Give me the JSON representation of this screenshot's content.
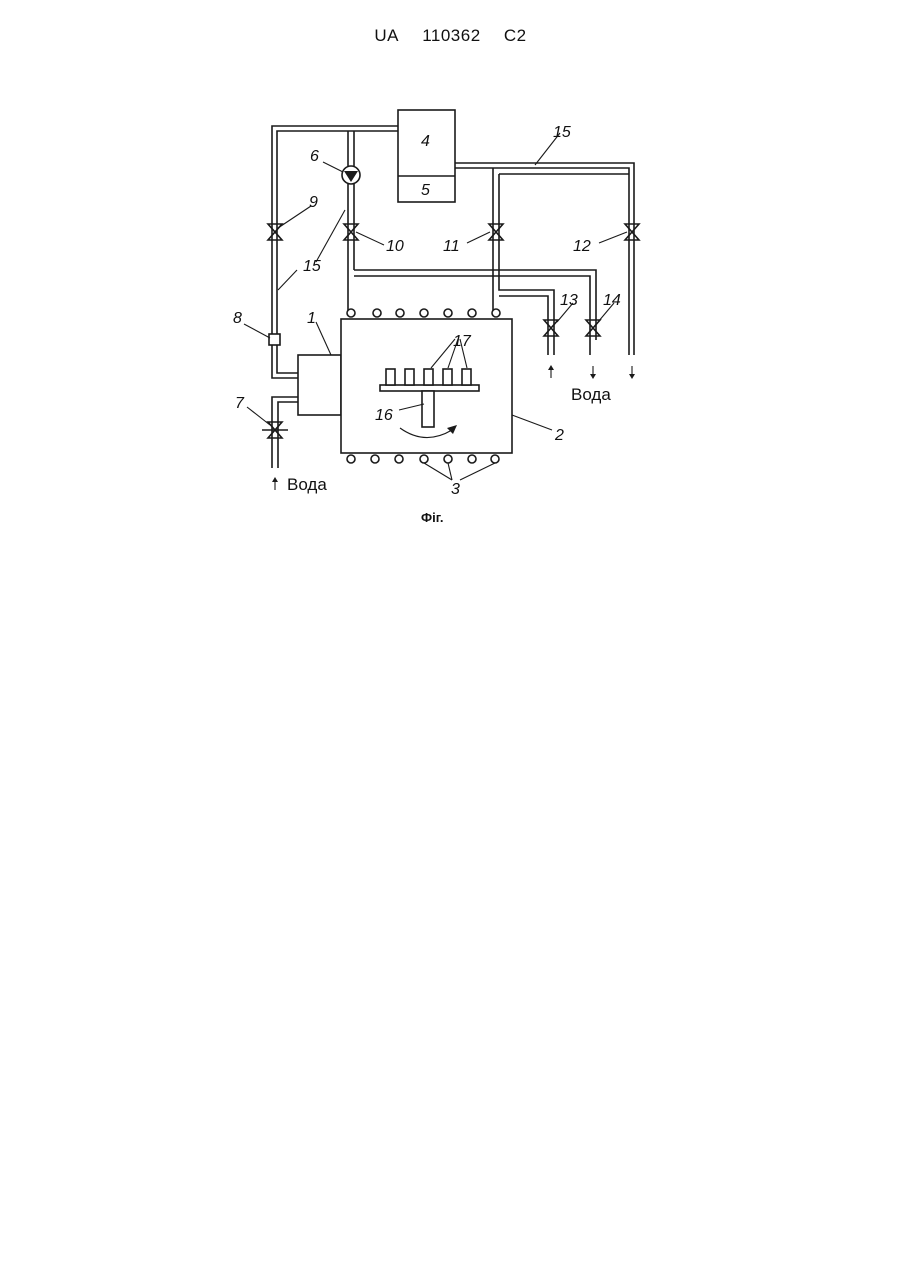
{
  "header": {
    "country": "UA",
    "number": "110362",
    "kind": "C2"
  },
  "labels": {
    "l1": "1",
    "l2": "2",
    "l3": "3",
    "l4": "4",
    "l5": "5",
    "l6": "6",
    "l7": "7",
    "l8": "8",
    "l9": "9",
    "l10": "10",
    "l11": "11",
    "l12": "12",
    "l13": "13",
    "l14": "14",
    "l15a": "15",
    "l15b": "15",
    "l16": "16",
    "l17": "17"
  },
  "water_left": "Вода",
  "water_right": "Вода",
  "caption": "Фіг."
}
